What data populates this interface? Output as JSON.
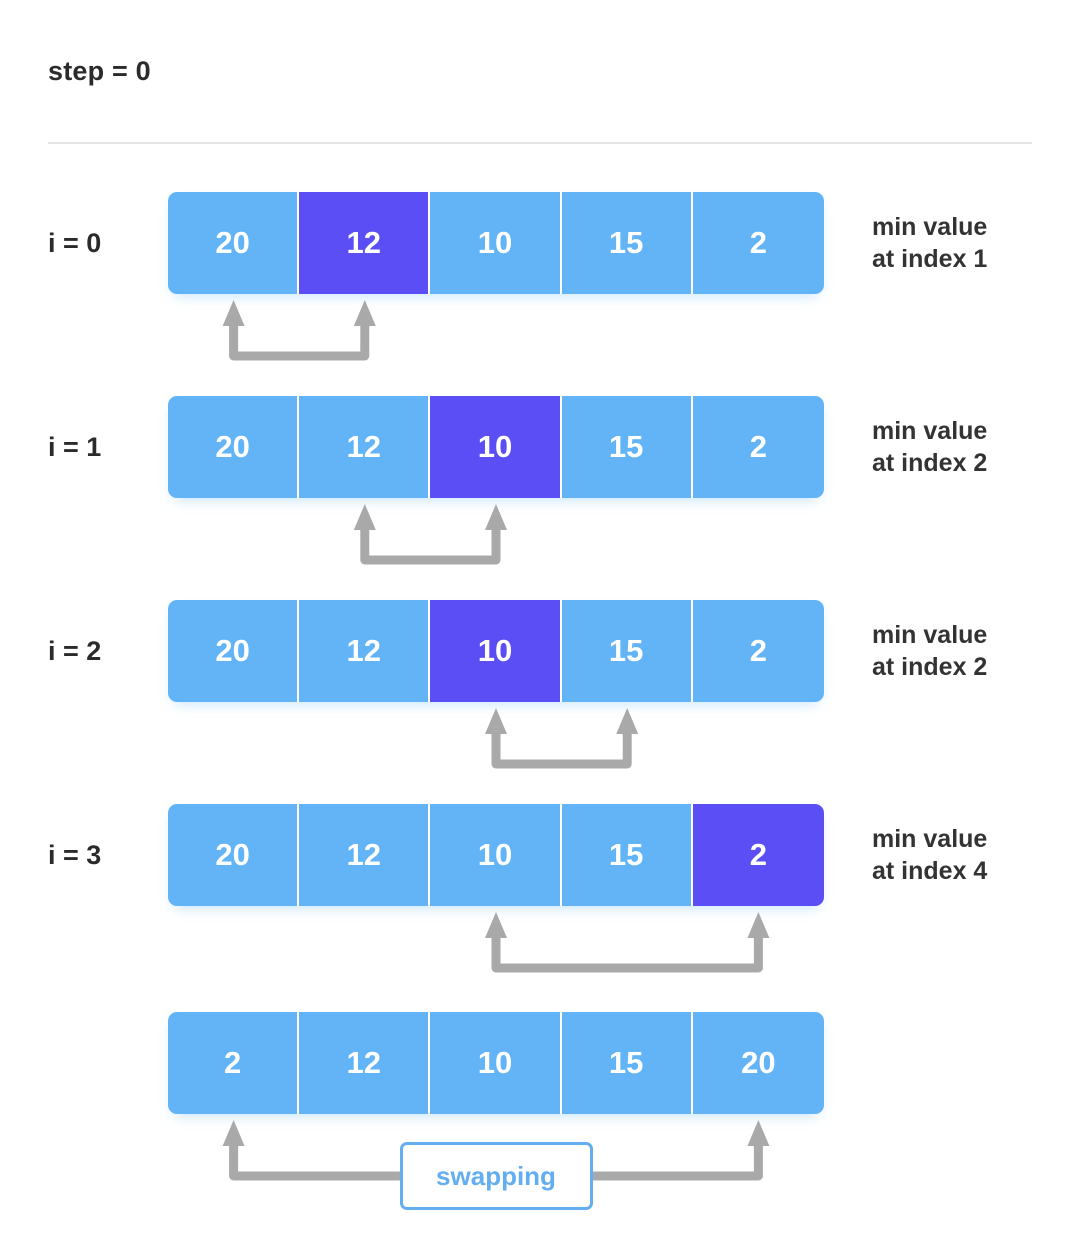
{
  "header": {
    "step_label": "step = 0"
  },
  "theme": {
    "cell_color": "#62b4f7",
    "highlight_color": "#5b4ef5",
    "arrow_color": "#a9a9a9",
    "badge_border_color": "#62aef0",
    "badge_text_color": "#62aef0",
    "text_color": "#2b2b2b",
    "divider_color": "#e6e6e8",
    "background": "#ffffff"
  },
  "rows": [
    {
      "label": "i = 0",
      "values": [
        "20",
        "12",
        "10",
        "15",
        "2"
      ],
      "highlight_index": 1,
      "note_line1": "min value",
      "note_line2": "at index 1",
      "arrow_from_index": 0,
      "arrow_to_index": 1
    },
    {
      "label": "i = 1",
      "values": [
        "20",
        "12",
        "10",
        "15",
        "2"
      ],
      "highlight_index": 2,
      "note_line1": "min value",
      "note_line2": "at index 2",
      "arrow_from_index": 1,
      "arrow_to_index": 2
    },
    {
      "label": "i = 2",
      "values": [
        "20",
        "12",
        "10",
        "15",
        "2"
      ],
      "highlight_index": 2,
      "note_line1": "min value",
      "note_line2": "at index 2",
      "arrow_from_index": 2,
      "arrow_to_index": 3
    },
    {
      "label": "i = 3",
      "values": [
        "20",
        "12",
        "10",
        "15",
        "2"
      ],
      "highlight_index": 4,
      "note_line1": "min value",
      "note_line2": "at index 4",
      "arrow_from_index": 2,
      "arrow_to_index": 4
    },
    {
      "label": "",
      "values": [
        "2",
        "12",
        "10",
        "15",
        "20"
      ],
      "highlight_index": -1,
      "note_line1": "",
      "note_line2": "",
      "arrow_from_index": 0,
      "arrow_to_index": 4
    }
  ],
  "swap_badge": {
    "label": "swapping"
  }
}
